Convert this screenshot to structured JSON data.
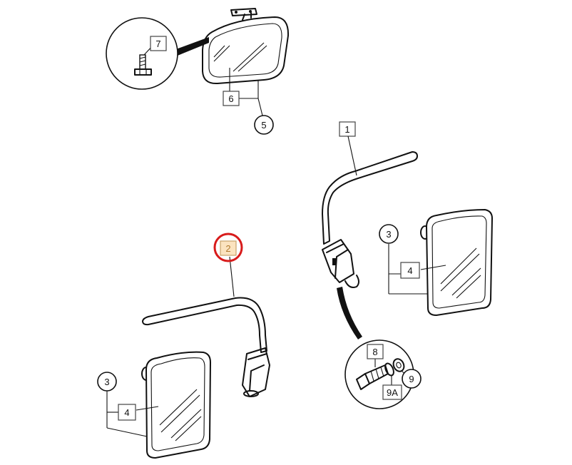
{
  "diagram": {
    "callouts": {
      "c1": "1",
      "c2": "2",
      "c3a": "3",
      "c3b": "3",
      "c4a": "4",
      "c4b": "4",
      "c5": "5",
      "c6": "6",
      "c7": "7",
      "c8": "8",
      "c9": "9",
      "c9a": "9A"
    },
    "colors": {
      "highlight_ring": "#d81b1b",
      "highlight_fill": "#fbe3bf"
    }
  }
}
